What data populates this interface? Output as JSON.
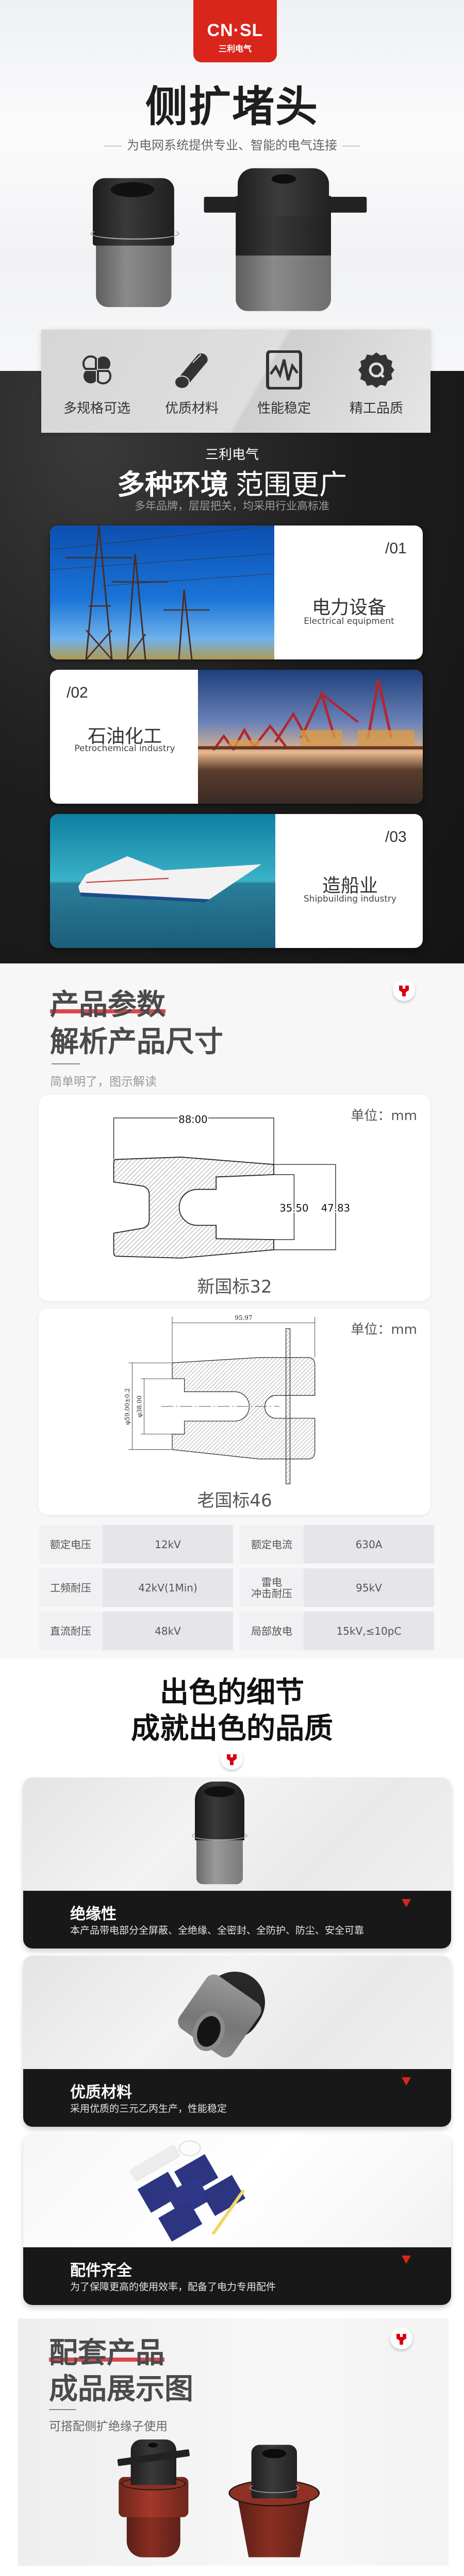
{
  "brand": {
    "logo_en": "CN·SL",
    "logo_cn": "三利电气"
  },
  "hero": {
    "title": "侧扩堵头",
    "subtitle": "为电网系统提供专业、智能的电气连接"
  },
  "features": [
    {
      "label": "多规格可选",
      "icon": "clover-icon"
    },
    {
      "label": "优质材料",
      "icon": "cylinder-icon"
    },
    {
      "label": "性能稳定",
      "icon": "waveform-icon"
    },
    {
      "label": "精工品质",
      "icon": "gear-q-icon"
    }
  ],
  "environments": {
    "brand": "三利电气",
    "heading_bold": "多种环境",
    "heading_light": "范围更广",
    "sub": "多年品牌，层层把关，均采用行业高标准",
    "cards": [
      {
        "num": "/01",
        "cn": "电力设备",
        "en": "Electrical equipment"
      },
      {
        "num": "/02",
        "cn": "石油化工",
        "en": "Petrochemical industry"
      },
      {
        "num": "/03",
        "cn": "造船业",
        "en": "Shipbuilding industry"
      }
    ]
  },
  "params": {
    "title1": "产品参数",
    "title2": "解析产品尺寸",
    "sub": "简单明了，图示解读",
    "drawings": [
      {
        "unit": "单位：mm",
        "caption": "新国标32",
        "dims": [
          "88.00",
          "35.50",
          "47.83"
        ]
      },
      {
        "unit": "单位：mm",
        "caption": "老国标46",
        "dims": [
          "95.97",
          "φ59.00±0.2",
          "φ38.00"
        ]
      }
    ],
    "table": [
      [
        {
          "label": "额定电压",
          "value": "12kV"
        },
        {
          "label": "额定电流",
          "value": "630A"
        }
      ],
      [
        {
          "label": "工频耐压",
          "value": "42kV(1Min)"
        },
        {
          "label": "雷电\n冲击耐压",
          "value": "95kV"
        }
      ],
      [
        {
          "label": "直流耐压",
          "value": "48kV"
        },
        {
          "label": "局部放电",
          "value": "15kV,≤10pC"
        }
      ]
    ]
  },
  "details": {
    "title1": "出色的细节",
    "title2": "成就出色的品质",
    "cards": [
      {
        "title": "绝缘性",
        "desc": "本产品带电部分全屏蔽、全绝缘、全密封、全防护、防尘、安全可靠"
      },
      {
        "title": "优质材料",
        "desc": "采用优质的三元乙丙生产，性能稳定"
      },
      {
        "title": "配件齐全",
        "desc": "为了保障更高的使用效率，配备了电力专用配件"
      }
    ]
  },
  "matching": {
    "title1": "配套产品",
    "title2": "成品展示图",
    "sub": "可搭配侧扩绝缘子使用"
  },
  "colors": {
    "accent": "#d9261c",
    "dark": "#181818",
    "panel": "#d9d9d9",
    "params_bg": "#f7f7f7"
  }
}
